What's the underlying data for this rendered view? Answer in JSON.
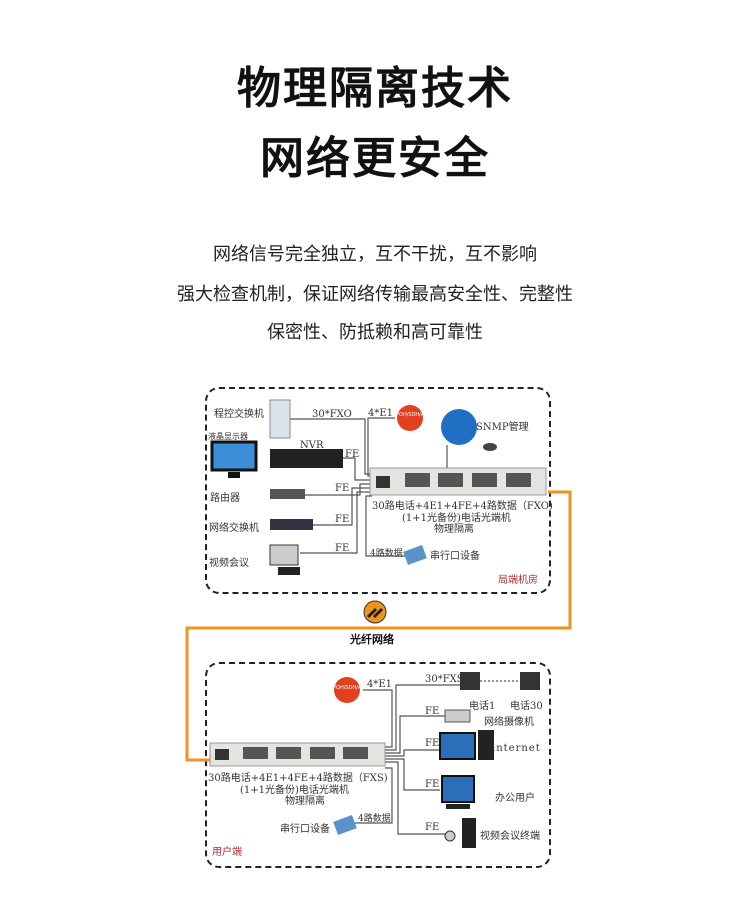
{
  "header": {
    "title_line1": "物理隔离技术",
    "title_line2": "网络更安全"
  },
  "description": [
    "网络信号完全独立，互不干扰，互不影响",
    "强大检查机制，保证网络传输最高安全性、完整性",
    "保密性、防抵赖和高可靠性"
  ],
  "fiber_label": "光纤网络",
  "central": {
    "zone": "局端机房",
    "pbx": "程控交换机",
    "lcd": "液晶显示器",
    "nvr": "NVR",
    "router": "路由器",
    "switch": "网络交换机",
    "video_conf": "视频会议",
    "fxo": "30*FXO",
    "e1": "4*E1",
    "poh": "POH/SDH/ATM",
    "snmp": "SNMP管理",
    "fe": "FE",
    "data4": "4路数据",
    "serial": "串行口设备",
    "device_caption": [
      "30路电话+4E1+4FE+4路数据（FXO)",
      "(1+1光备份)电话光端机",
      "物理隔离"
    ]
  },
  "user": {
    "zone": "用户端",
    "e1": "4*E1",
    "poh": "POH/SDH/ATM",
    "fxs": "30*FXS",
    "phone1": "电话1",
    "phone30": "电话30",
    "fe": "FE",
    "camera": "网络摄像机",
    "internet": "internet",
    "office": "办公用户",
    "video_terminal": "视频会议终端",
    "data4": "4路数据",
    "serial": "串行口设备",
    "device_caption": [
      "30路电话+4E1+4FE+4路数据（FXS)",
      "(1+1光备份)电话光端机",
      "物理隔离"
    ]
  },
  "colors": {
    "fiber": "#f0921e",
    "zone_label": "#b03030"
  }
}
